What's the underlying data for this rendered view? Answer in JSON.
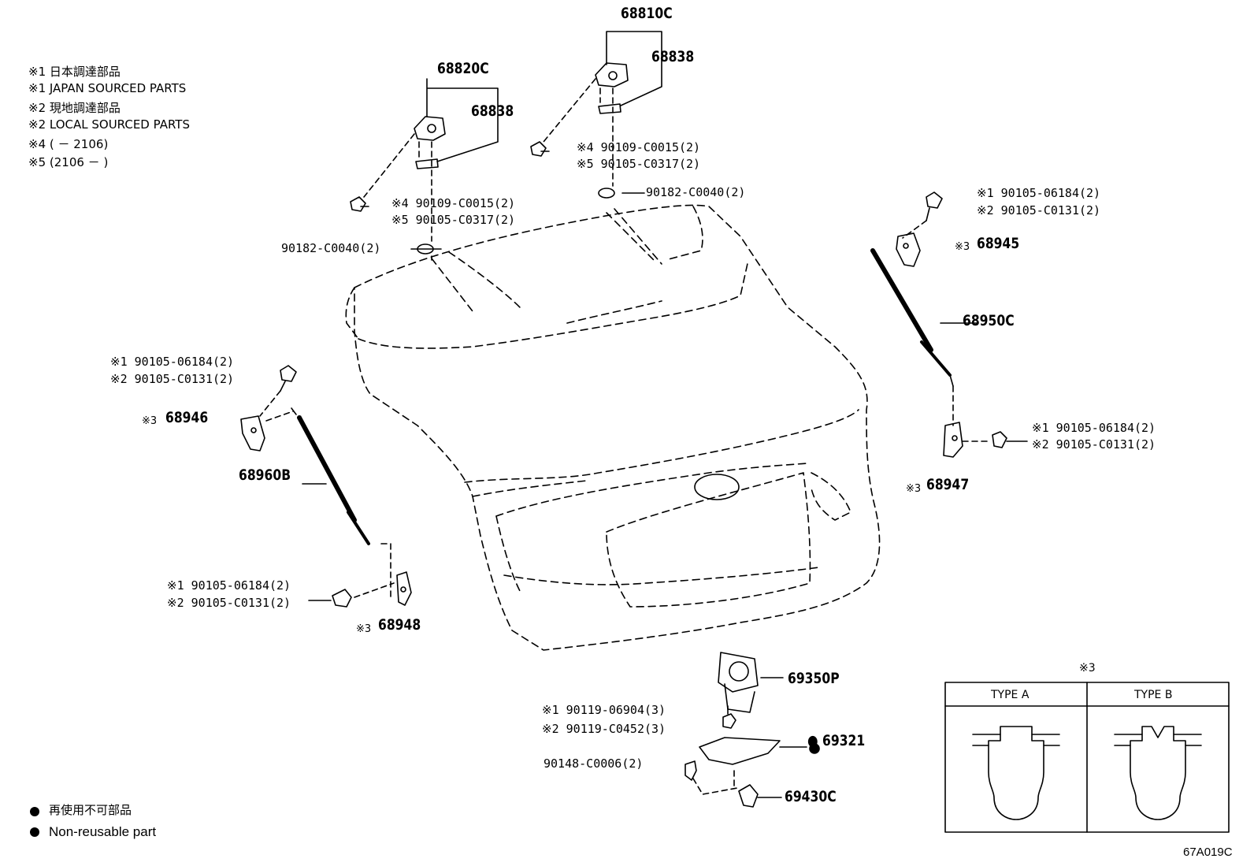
{
  "notes": [
    "※1 日本調達部品",
    "※1 JAPAN SOURCED PARTS",
    "※2 現地調達部品",
    "※2 LOCAL SOURCED PARTS",
    "※4 (        － 2106)",
    "※5 (2106 －        )"
  ],
  "legend": {
    "bullet": "●",
    "jp": "再使用不可部品",
    "en": "Non-reusable part"
  },
  "diagram_code": "67A019C",
  "parts": {
    "p68820C": "68820C",
    "p68838_left": "68838",
    "p68810C": "68810C",
    "p68838_right": "68838",
    "left_4": "※4 90109-C0015(2)",
    "left_5": "※5 90105-C0317(2)",
    "left_nut": "90182-C0040(2)",
    "right_4": "※4 90109-C0015(2)",
    "right_5": "※5 90105-C0317(2)",
    "right_nut": "90182-C0040(2)",
    "tr_1": "※1 90105-06184(2)",
    "tr_2": "※2 90105-C0131(2)",
    "p68945": "68945",
    "p68945_mark": "※3",
    "p68950C": "68950C",
    "mr_1": "※1 90105-06184(2)",
    "mr_2": "※2 90105-C0131(2)",
    "p68947": "68947",
    "p68947_mark": "※3",
    "tl_1": "※1 90105-06184(2)",
    "tl_2": "※2 90105-C0131(2)",
    "p68946": "68946",
    "p68946_mark": "※3",
    "p68960B": "68960B",
    "bl_1": "※1 90105-06184(2)",
    "bl_2": "※2 90105-C0131(2)",
    "p68948": "68948",
    "p68948_mark": "※3",
    "p69350P": "69350P",
    "lk_1": "※1  90119-06904(3)",
    "lk_2": "※2  90119-C0452(3)",
    "p69321": "● 69321",
    "lk_screw": "90148-C0006(2)",
    "p69430C": "69430C"
  },
  "type_table": {
    "mark": "※3",
    "col_a": "TYPE A",
    "col_b": "TYPE B"
  }
}
